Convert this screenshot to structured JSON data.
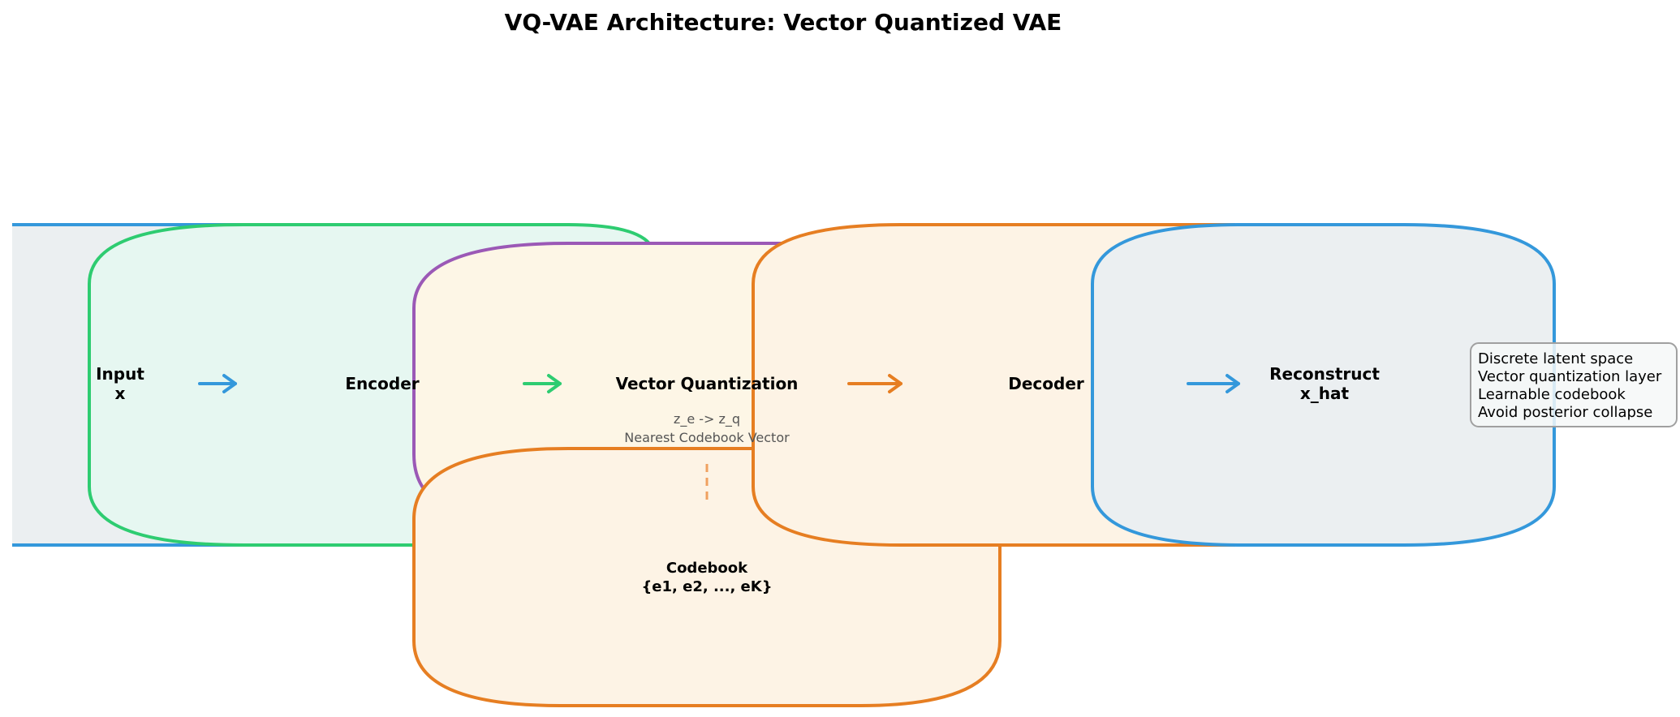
{
  "title": "VQ-VAE Architecture: Vector Quantized VAE",
  "colors": {
    "blue": "#3498db",
    "green": "#2ecc71",
    "purple": "#9b59b6",
    "orange": "#e67e22",
    "blue_fill": "#ebeff1",
    "green_fill": "#e6f7f1",
    "yellow_fill": "#fdf6e6",
    "orange_fill": "#fdf3e5"
  },
  "nodes": {
    "input": {
      "lines": [
        "Input",
        "x"
      ]
    },
    "encoder": {
      "lines": [
        "Encoder"
      ]
    },
    "vq": {
      "lines": [
        "Vector Quantization"
      ],
      "sub_lines": [
        "z_e -> z_q",
        "Nearest Codebook Vector"
      ]
    },
    "decoder": {
      "lines": [
        "Decoder"
      ]
    },
    "reconstruct": {
      "lines": [
        "Reconstruct",
        "x_hat"
      ]
    },
    "codebook": {
      "lines": [
        "Codebook",
        "{e1, e2, ..., eK}"
      ]
    }
  },
  "arrows": [
    {
      "from": "input",
      "to": "encoder",
      "color": "blue"
    },
    {
      "from": "encoder",
      "to": "vq",
      "color": "green"
    },
    {
      "from": "vq",
      "to": "decoder",
      "color": "orange"
    },
    {
      "from": "decoder",
      "to": "reconstruct",
      "color": "blue"
    }
  ],
  "codebook_link": {
    "from": "vq",
    "to": "codebook",
    "style": "dashed",
    "color": "orange"
  },
  "info_box": {
    "lines": [
      "Discrete latent space",
      "Vector quantization layer",
      "Learnable codebook",
      "Avoid posterior collapse"
    ]
  }
}
